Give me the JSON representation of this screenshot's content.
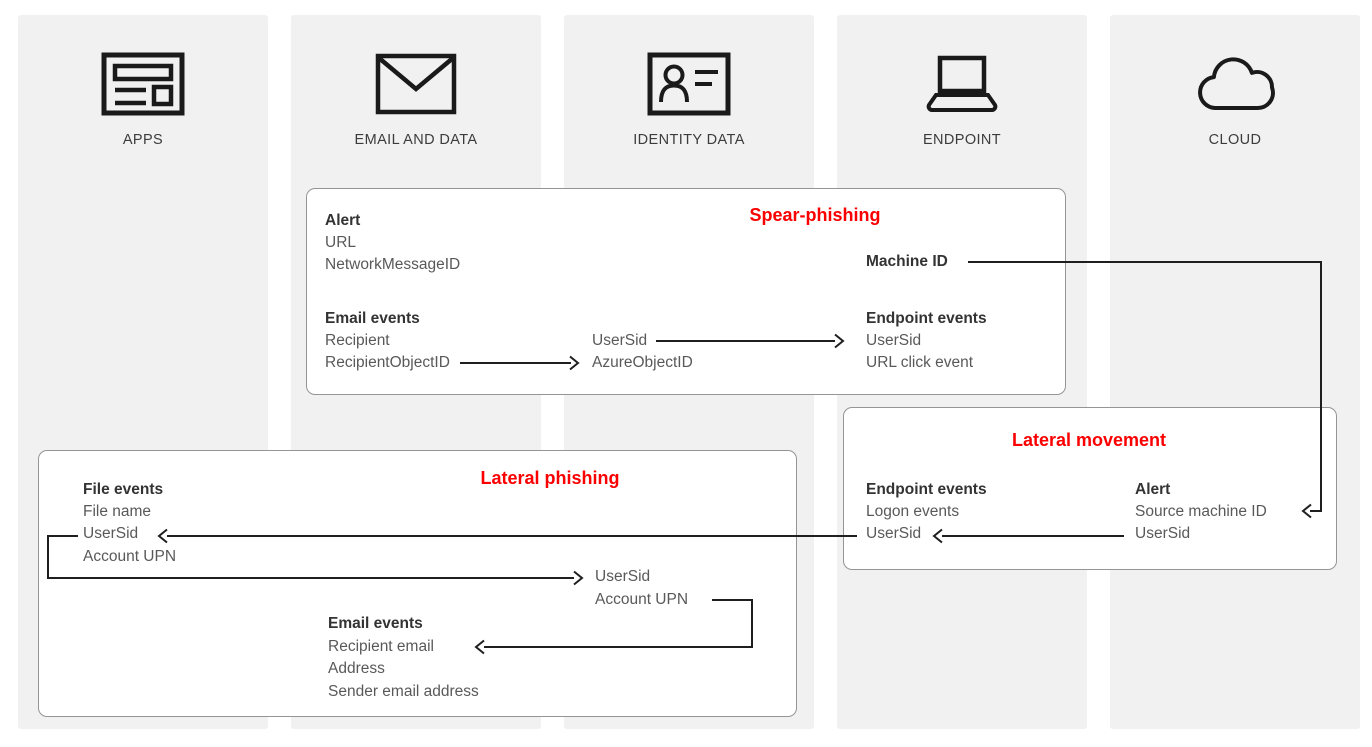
{
  "columns": [
    {
      "label": "APPS",
      "icon": "apps-icon"
    },
    {
      "label": "EMAIL AND DATA",
      "icon": "email-icon"
    },
    {
      "label": "IDENTITY DATA",
      "icon": "identity-card-icon"
    },
    {
      "label": "ENDPOINT",
      "icon": "laptop-icon"
    },
    {
      "label": "CLOUD",
      "icon": "cloud-icon"
    }
  ],
  "spear_phishing": {
    "title": "Spear-phishing",
    "alert_header": "Alert",
    "url": "URL",
    "network_message_id": "NetworkMessageID",
    "email_events_header": "Email events",
    "recipient": "Recipient",
    "recipient_object_id": "RecipientObjectID",
    "user_sid_identity": "UserSid",
    "azure_object_id": "AzureObjectID",
    "machine_id": "Machine ID",
    "endpoint_events_header": "Endpoint events",
    "user_sid_endpoint": "UserSid",
    "url_click_event": "URL click event"
  },
  "lateral_movement": {
    "title": "Lateral movement",
    "endpoint_events_header": "Endpoint events",
    "logon_events": "Logon events",
    "user_sid_endpoint": "UserSid",
    "alert_header": "Alert",
    "source_machine_id": "Source machine ID",
    "user_sid_alert": "UserSid"
  },
  "lateral_phishing": {
    "title": "Lateral phishing",
    "file_events_header": "File events",
    "file_name": "File name",
    "user_sid_file": "UserSid",
    "account_upn_file": "Account UPN",
    "user_sid_identity": "UserSid",
    "account_upn_identity": "Account UPN",
    "email_events_header": "Email events",
    "recipient_email": "Recipient email",
    "address": "Address",
    "sender_email_address": "Sender email address"
  },
  "colors": {
    "accent_red": "#fb0000",
    "column_bg": "#f1f1f1",
    "box_border": "#959595",
    "text_header": "#333333",
    "text_item": "#595959",
    "arrow_line": "#1f1f1f"
  }
}
